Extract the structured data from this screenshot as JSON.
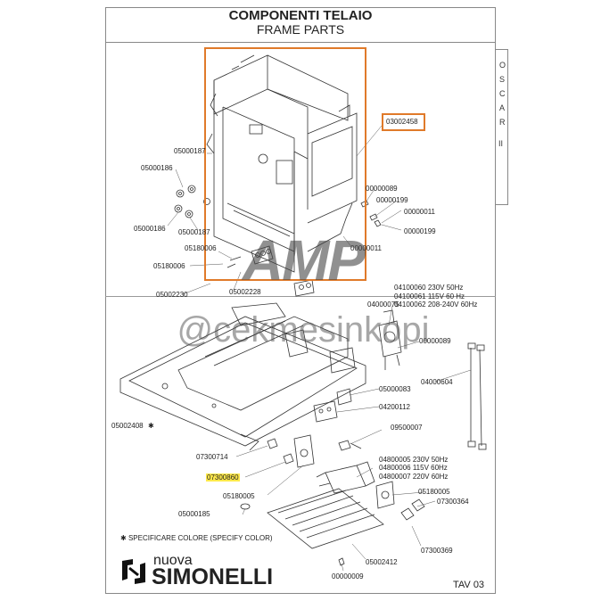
{
  "header": {
    "title_it": "COMPONENTI TELAIO",
    "title_en": "FRAME PARTS"
  },
  "side_tab": {
    "letters": [
      "O",
      "S",
      "C",
      "A",
      "R",
      "II"
    ]
  },
  "parts": {
    "frame_highlight": "03002458",
    "top_left_1": "05000187",
    "top_left_2": "05000186",
    "top_left_3": "05000186",
    "top_left_4": "05000187",
    "top_right_1": "00000089",
    "top_right_2": "00000199",
    "top_right_3": "00000011",
    "top_right_4": "00000199",
    "mid_left_1": "05180006",
    "mid_left_2": "05180006",
    "mid_left_3": "05002230",
    "mid_left_4": "05002228",
    "mid_right_1": "00000011",
    "valve_1": "04100060  230V 50Hz",
    "valve_2": "04100061  115V 60 Hz",
    "valve_3": "04100062  208-240V 60Hz",
    "p04000075": "04000075",
    "p00000089": "00000089",
    "p04000604": "04000604",
    "p05000083": "05000083",
    "p04200112": "04200112",
    "p05002408": "05002408",
    "p09500007": "09500007",
    "p07300714": "07300714",
    "pump_1": "04800005  230V 50Hz",
    "pump_2": "04800006  115V 60Hz",
    "pump_3": "04800007  220V 60Hz",
    "p07300860": "07300860",
    "p05180005_a": "05180005",
    "p05000185": "05000185",
    "p05180005_b": "05180005",
    "p07300364": "07300364",
    "p07300369": "07300369",
    "p05002412": "05002412",
    "p00000009": "00000009"
  },
  "footer": {
    "note": "SPECIFICARE COLORE (SPECIFY COLOR)",
    "brand_top": "nuova",
    "brand_main": "SIMONELLI",
    "sheet": "TAV 03"
  },
  "watermark": {
    "logo": "AMP",
    "handle": "@cekmesinkopi"
  },
  "colors": {
    "highlight_box": "#e07a2a",
    "highlight_text_bg": "#ffe94a"
  }
}
